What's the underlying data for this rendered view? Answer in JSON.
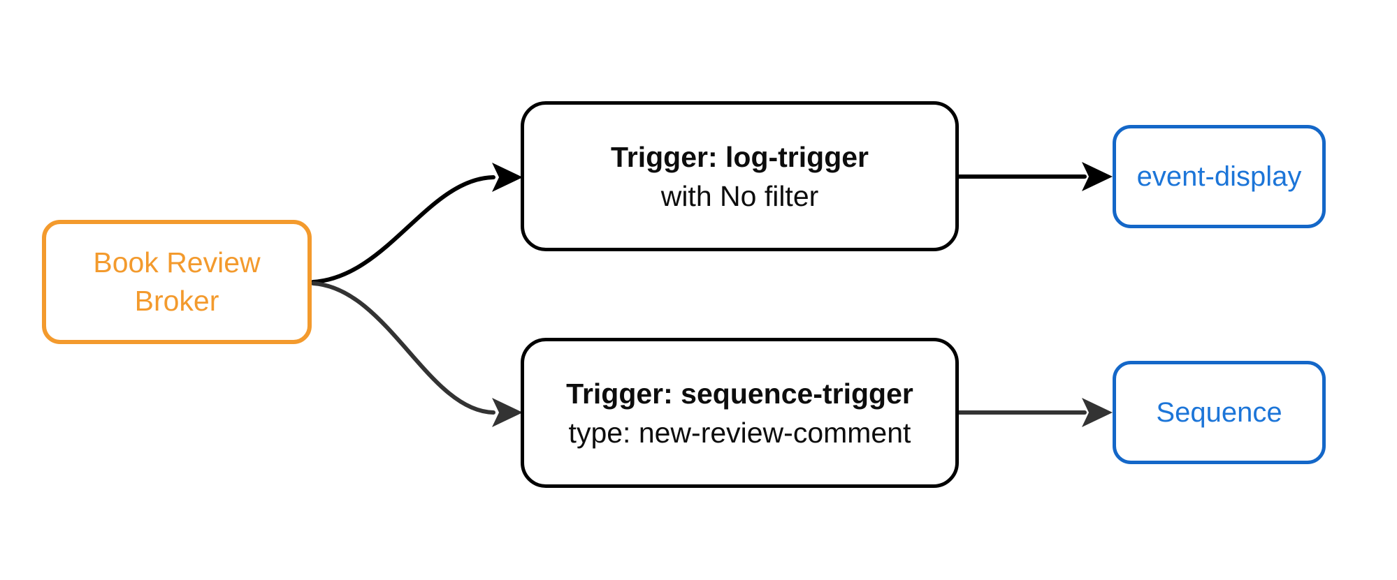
{
  "diagram": {
    "type": "flowchart",
    "direction": "LR",
    "background": "#ffffff",
    "colors": {
      "broker_accent": "#F39A2D",
      "trigger_border": "#000000",
      "trigger_text": "#0d0d0d",
      "blue_border": "#1467C8",
      "blue_text": "#1C75D8",
      "edge_primary": "#000000",
      "edge_secondary": "#333333"
    },
    "nodes": {
      "broker": {
        "label": "Book Review Broker",
        "lines": [
          "Book Review",
          "Broker"
        ]
      },
      "trigger_log": {
        "title": "Trigger: log-trigger",
        "subtitle": "with No filter"
      },
      "trigger_seq": {
        "title": "Trigger: sequence-trigger",
        "subtitle": "type: new-review-comment"
      },
      "event_display": {
        "label": "event-display"
      },
      "sequence": {
        "label": "Sequence"
      }
    },
    "edges": [
      {
        "from": "Book Review Broker",
        "to": "Trigger: log-trigger"
      },
      {
        "from": "Book Review Broker",
        "to": "Trigger: sequence-trigger"
      },
      {
        "from": "Trigger: log-trigger",
        "to": "event-display"
      },
      {
        "from": "Trigger: sequence-trigger",
        "to": "Sequence"
      }
    ]
  }
}
